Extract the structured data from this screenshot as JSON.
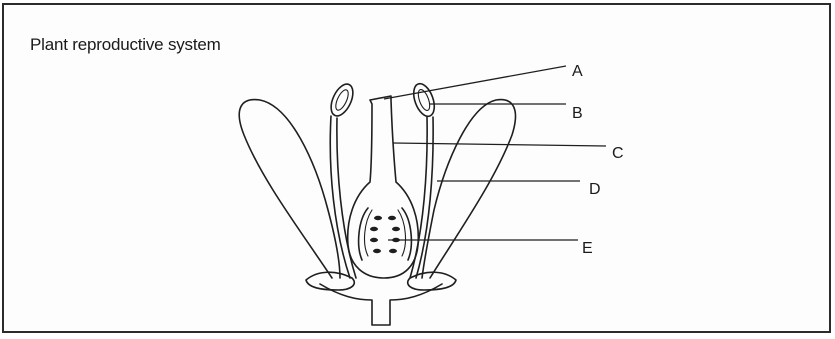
{
  "figure": {
    "title": "Plant reproductive system",
    "labels": {
      "a": "A",
      "b": "B",
      "c": "C",
      "d": "D",
      "e": "E"
    }
  }
}
